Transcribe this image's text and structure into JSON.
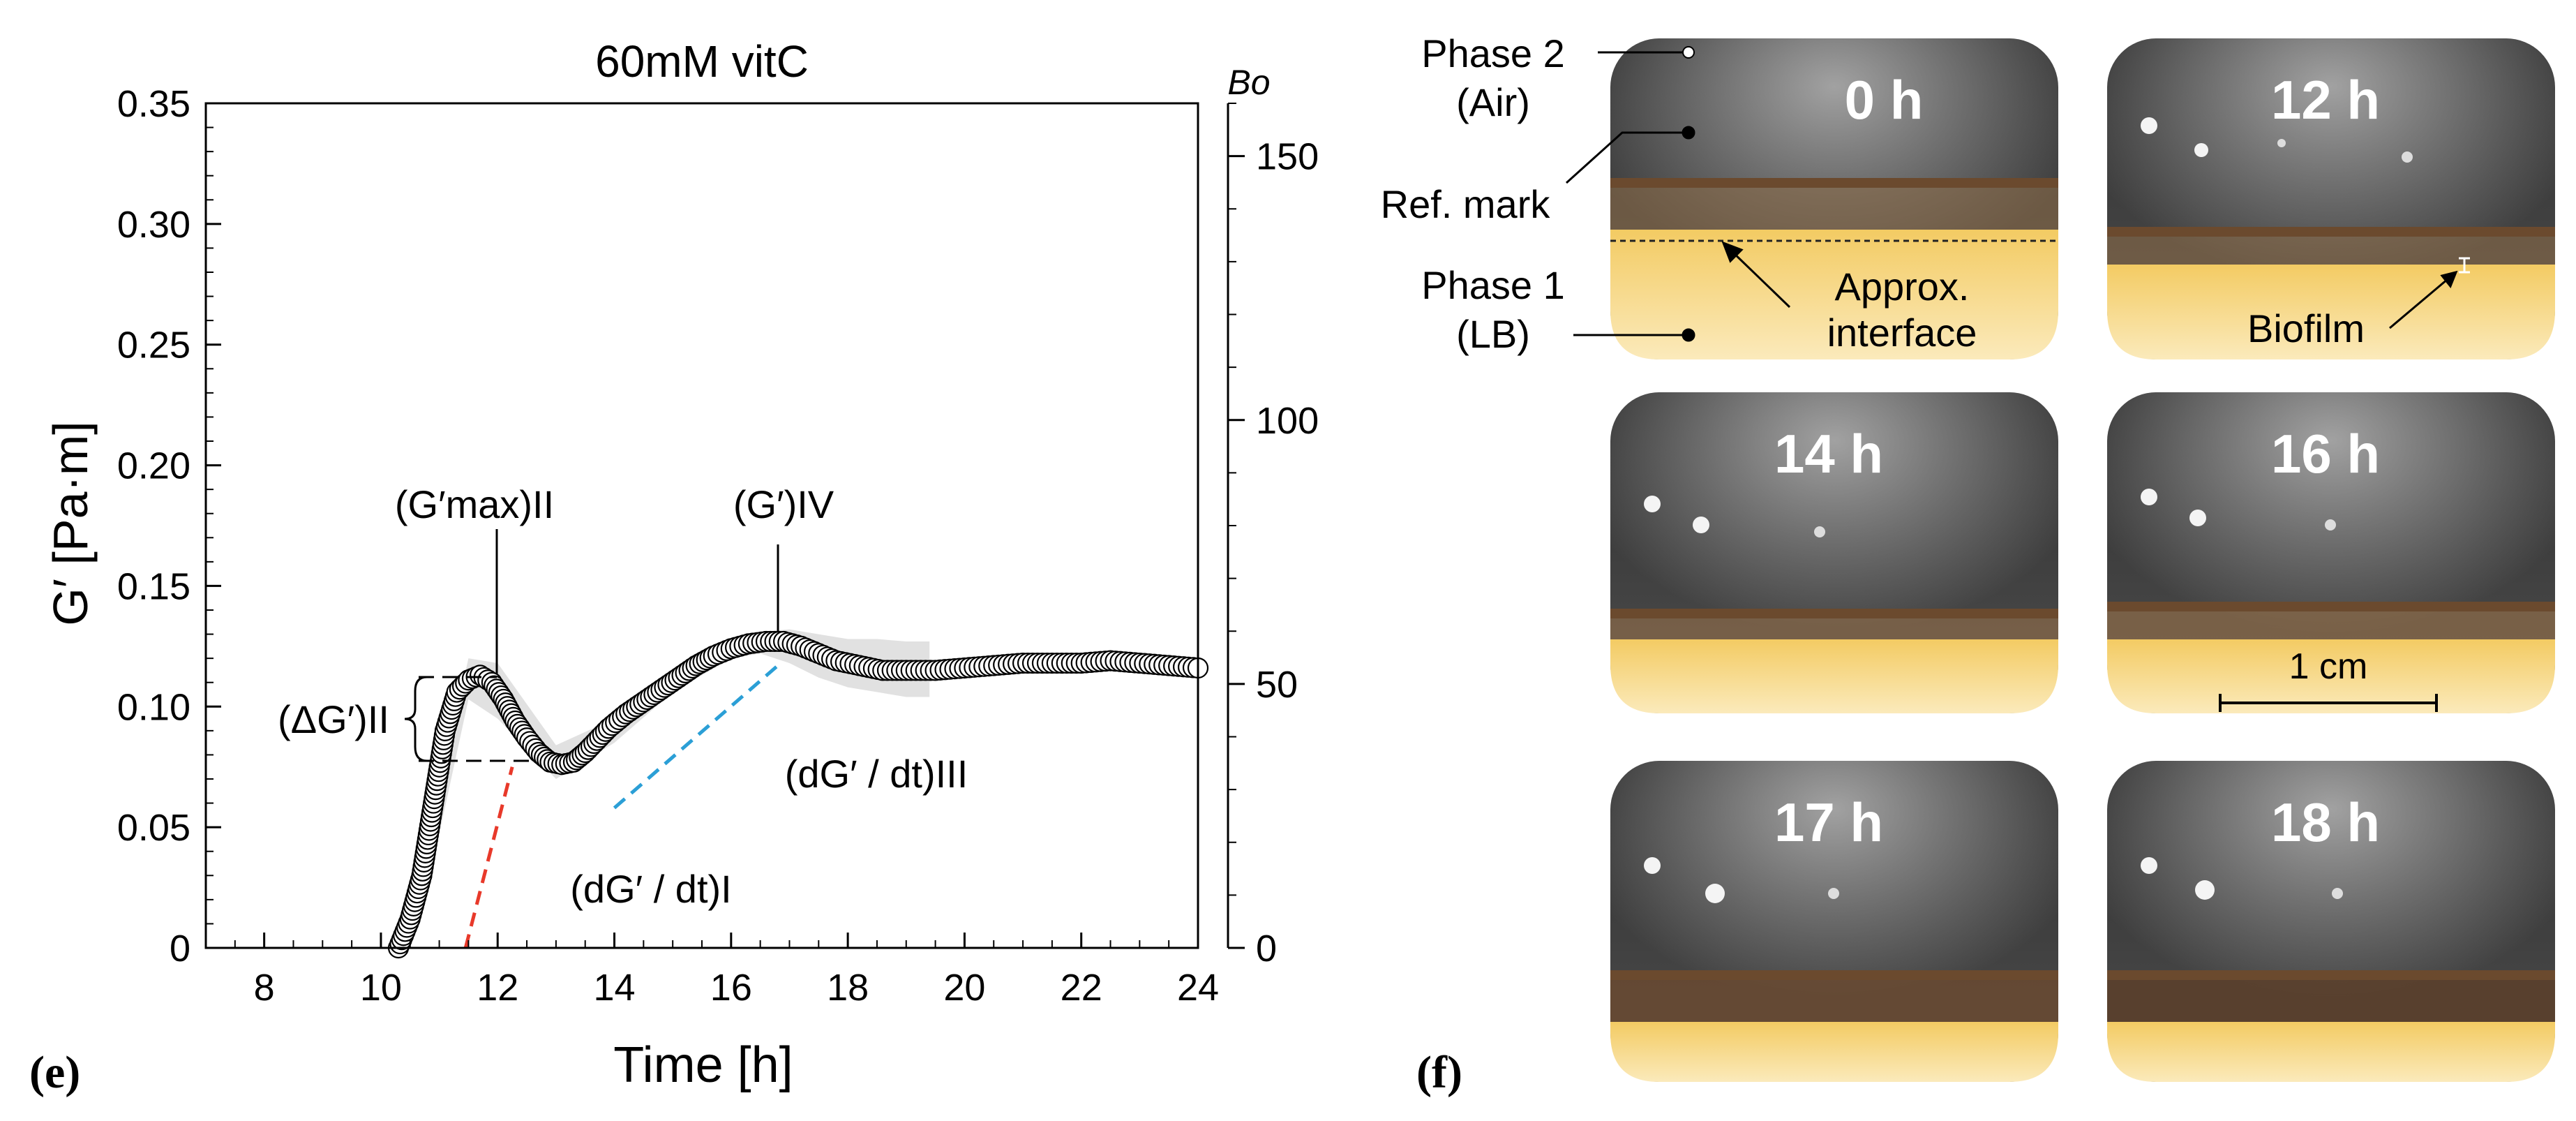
{
  "panel_e": {
    "label": "(e)",
    "annotations": {
      "gmax_II": "(G′max)II",
      "g_IV": "(G′)IV",
      "delta_g_II": "(ΔG′)II",
      "dgdt_I": "(dG′ / dt)I",
      "dgdt_III": "(dG′ / dt)III"
    }
  },
  "chart_data": {
    "type": "scatter",
    "title": "60mM vitC",
    "xlabel": "Time [h]",
    "ylabel": "G′ [Pa·m]",
    "y2label": "Bo",
    "xlim": [
      7,
      24
    ],
    "ylim": [
      0,
      0.35
    ],
    "y2lim": [
      0,
      160
    ],
    "xticks": [
      8,
      10,
      12,
      14,
      16,
      18,
      20,
      22,
      24
    ],
    "yticks": [
      0,
      0.05,
      0.1,
      0.15,
      0.2,
      0.25,
      0.3,
      0.35
    ],
    "ytick_labels": [
      "0",
      "0.05",
      "0.10",
      "0.15",
      "0.20",
      "0.25",
      "0.30",
      "0.35"
    ],
    "y2ticks": [
      0,
      50,
      100,
      150
    ],
    "grid": false,
    "series": [
      {
        "x": [
          10.3,
          10.5,
          10.7,
          10.9,
          11.1,
          11.3,
          11.5,
          11.7,
          11.9,
          12.1,
          12.3,
          12.5,
          12.7,
          12.9,
          13.1,
          13.3,
          13.5,
          13.7,
          13.9,
          14.2,
          14.5,
          14.8,
          15.1,
          15.4,
          15.7,
          16.0,
          16.3,
          16.6,
          16.9,
          17.2,
          17.5,
          17.8,
          18.2,
          18.6,
          19.0,
          19.5,
          20.0,
          20.5,
          21.0,
          21.5,
          22.0,
          22.5,
          23.0,
          23.5,
          24.0
        ],
        "y": [
          0.0,
          0.012,
          0.03,
          0.06,
          0.09,
          0.106,
          0.111,
          0.113,
          0.11,
          0.103,
          0.094,
          0.087,
          0.081,
          0.077,
          0.076,
          0.077,
          0.081,
          0.086,
          0.091,
          0.097,
          0.102,
          0.107,
          0.112,
          0.117,
          0.121,
          0.124,
          0.126,
          0.127,
          0.127,
          0.125,
          0.122,
          0.119,
          0.117,
          0.115,
          0.115,
          0.115,
          0.116,
          0.117,
          0.118,
          0.118,
          0.118,
          0.119,
          0.118,
          0.117,
          0.116
        ]
      }
    ],
    "fits": [
      {
        "color": "#e8392a",
        "x": [
          11.45,
          12.25
        ],
        "y": [
          0.0,
          0.075
        ]
      },
      {
        "color": "#2b9fd6",
        "x": [
          14.0,
          16.8
        ],
        "y": [
          0.058,
          0.117
        ]
      }
    ],
    "band": {
      "x": [
        10.8,
        11.5,
        12.0,
        13.0,
        14.0,
        15.0,
        16.0,
        16.5,
        17.0,
        17.5,
        18.0,
        18.5,
        19.0,
        19.4
      ],
      "lower": [
        0.025,
        0.103,
        0.095,
        0.07,
        0.085,
        0.106,
        0.12,
        0.122,
        0.118,
        0.112,
        0.108,
        0.106,
        0.104,
        0.104
      ],
      "upper": [
        0.045,
        0.12,
        0.118,
        0.084,
        0.095,
        0.114,
        0.128,
        0.131,
        0.132,
        0.13,
        0.128,
        0.128,
        0.127,
        0.127
      ]
    }
  },
  "panel_f": {
    "label": "(f)",
    "photos": [
      {
        "label": "0 h"
      },
      {
        "label": "12 h"
      },
      {
        "label": "14 h"
      },
      {
        "label": "16 h"
      },
      {
        "label": "17 h"
      },
      {
        "label": "18 h"
      }
    ],
    "callouts": {
      "phase2_line1": "Phase 2",
      "phase2_line2": "(Air)",
      "ref_mark": "Ref. mark",
      "phase1_line1": "Phase 1",
      "phase1_line2": "(LB)",
      "interface_line1": "Approx.",
      "interface_line2": "interface",
      "biofilm": "Biofilm",
      "scale": "1 cm"
    }
  }
}
